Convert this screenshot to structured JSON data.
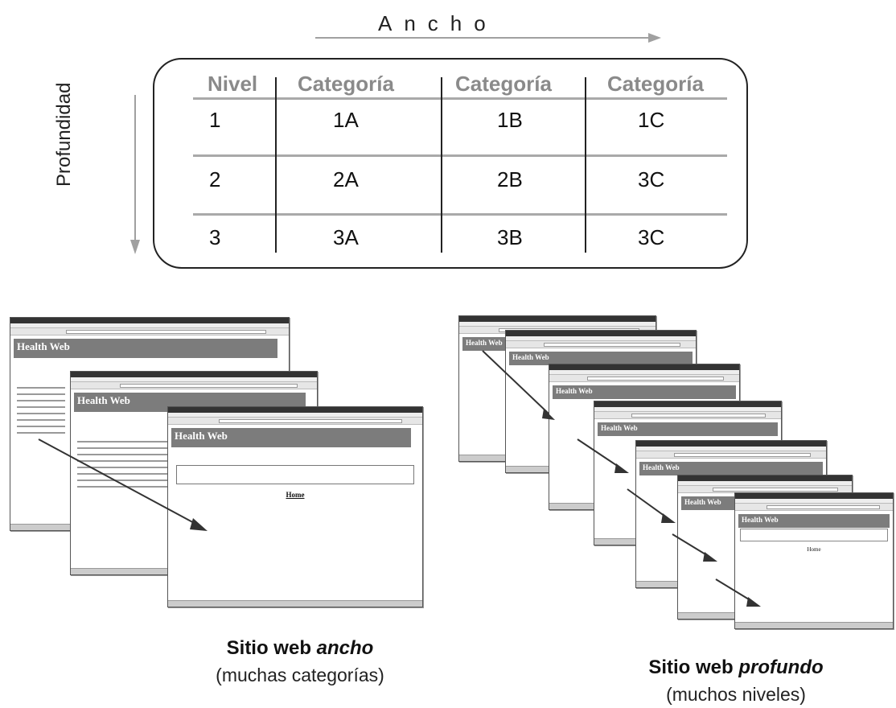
{
  "top": {
    "ancho": "Ancho",
    "profundidad": "Profundidad"
  },
  "table": {
    "headers": [
      "Nivel",
      "Categoría",
      "Categoría",
      "Categoría"
    ],
    "rows": [
      [
        "1",
        "1A",
        "1B",
        "1C"
      ],
      [
        "2",
        "2A",
        "2B",
        "3C"
      ],
      [
        "3",
        "3A",
        "3B",
        "3C"
      ]
    ]
  },
  "screens": {
    "banner": "Health Web",
    "home_link": "Home"
  },
  "captions": {
    "wide_title_prefix": "Sitio web ",
    "wide_title_em": "ancho",
    "wide_sub": "(muchas categorías)",
    "deep_title_prefix": "Sitio web ",
    "deep_title_em": "profundo",
    "deep_sub": "(muchos niveles)"
  },
  "colors": {
    "arrow": "#a0a0a0",
    "rule": "#a9a9a9",
    "header_text": "#8a8a8a",
    "banner": "#7c7c7c"
  }
}
